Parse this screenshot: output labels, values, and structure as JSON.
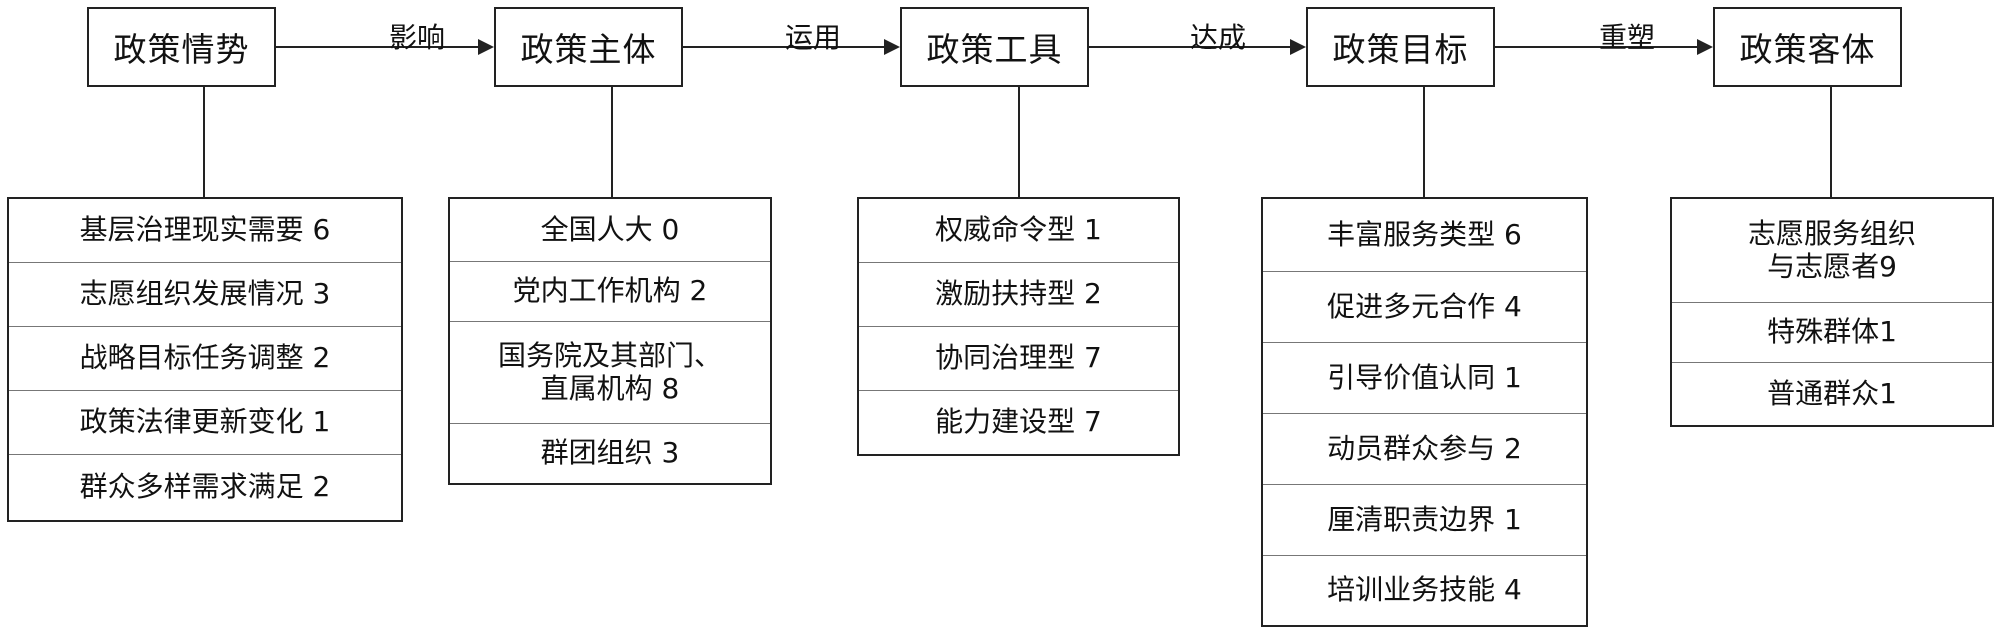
{
  "nodes": [
    {
      "label": "政策情势"
    },
    {
      "label": "政策主体"
    },
    {
      "label": "政策工具"
    },
    {
      "label": "政策目标"
    },
    {
      "label": "政策客体"
    }
  ],
  "edges": [
    {
      "label": "影响"
    },
    {
      "label": "运用"
    },
    {
      "label": "达成"
    },
    {
      "label": "重塑"
    }
  ],
  "lists": [
    {
      "items": [
        "基层治理现实需要 6",
        "志愿组织发展情况 3",
        "战略目标任务调整 2",
        "政策法律更新变化 1",
        "群众多样需求满足 2"
      ]
    },
    {
      "items": [
        "全国人大 0",
        "党内工作机构 2",
        "国务院及其部门、\n直属机构 8",
        "群团组织 3"
      ]
    },
    {
      "items": [
        "权威命令型 1",
        "激励扶持型 2",
        "协同治理型 7",
        "能力建设型 7"
      ]
    },
    {
      "items": [
        "丰富服务类型 6",
        "促进多元合作 4",
        "引导价值认同 1",
        "动员群众参与 2",
        "厘清职责边界 1",
        "培训业务技能 4"
      ]
    },
    {
      "items": [
        "志愿服务组织\n与志愿者9",
        "特殊群体1",
        "普通群众1"
      ]
    }
  ]
}
